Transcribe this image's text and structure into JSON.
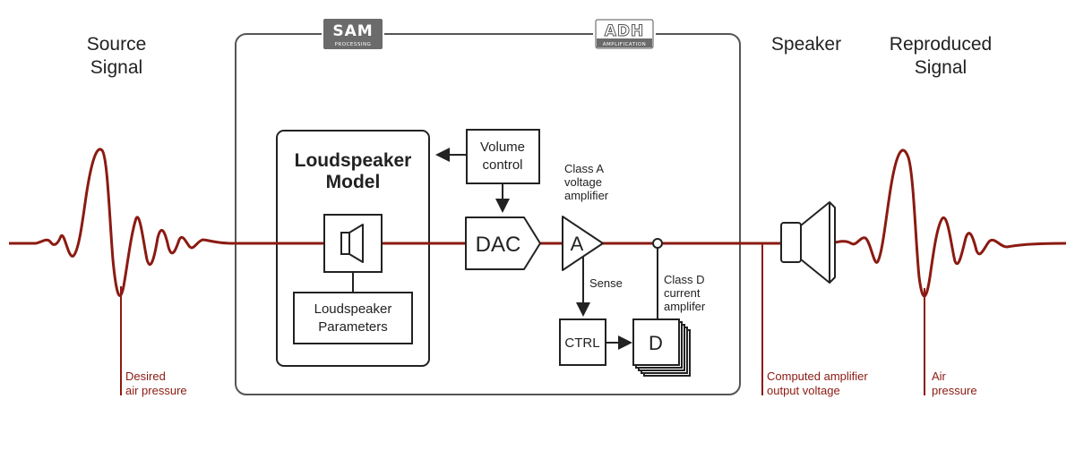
{
  "labels": {
    "source_line1": "Source",
    "source_line2": "Signal",
    "speaker": "Speaker",
    "reproduced_line1": "Reproduced",
    "reproduced_line2": "Signal"
  },
  "badges": {
    "sam_main": "SAM",
    "sam_sub": "PROCESSING",
    "adh_main": "ADH",
    "adh_sub": "AMPLIFICATION"
  },
  "blocks": {
    "model_line1": "Loudspeaker",
    "model_line2": "Model",
    "volume_line1": "Volume",
    "volume_line2": "control",
    "params_line1": "Loudspeaker",
    "params_line2": "Parameters",
    "dac": "DAC",
    "amp_a": "A",
    "ctrl": "CTRL",
    "amp_d": "D"
  },
  "annotations": {
    "class_a_line1": "Class A",
    "class_a_line2": "voltage",
    "class_a_line3": "amplifier",
    "sense": "Sense",
    "class_d_line1": "Class D",
    "class_d_line2": "current",
    "class_d_line3": "amplifer"
  },
  "red_labels": {
    "desired_line1": "Desired",
    "desired_line2": "air pressure",
    "computed_line1": "Computed amplifier",
    "computed_line2": "output voltage",
    "air_line1": "Air",
    "air_line2": "pressure"
  },
  "colors": {
    "signal": "#8b1a12",
    "line": "#222222",
    "badge_bg": "#6b6b6b"
  }
}
